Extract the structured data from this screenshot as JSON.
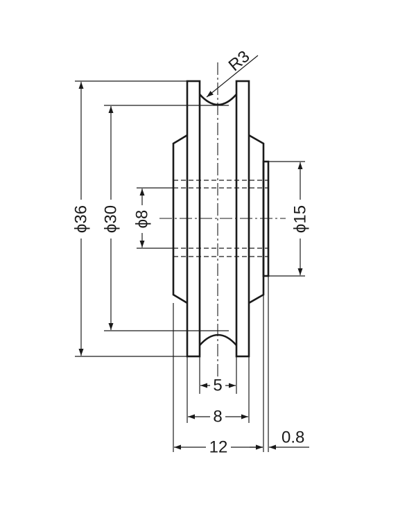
{
  "dimensions": {
    "r3": "R3",
    "d36": "ϕ36",
    "d30": "ϕ30",
    "d8": "ϕ8",
    "d15": "ϕ15",
    "w5": "5",
    "w8": "8",
    "w12": "12",
    "w08": "0.8"
  },
  "colors": {
    "line": "#1a1a1a",
    "background": "#ffffff"
  }
}
